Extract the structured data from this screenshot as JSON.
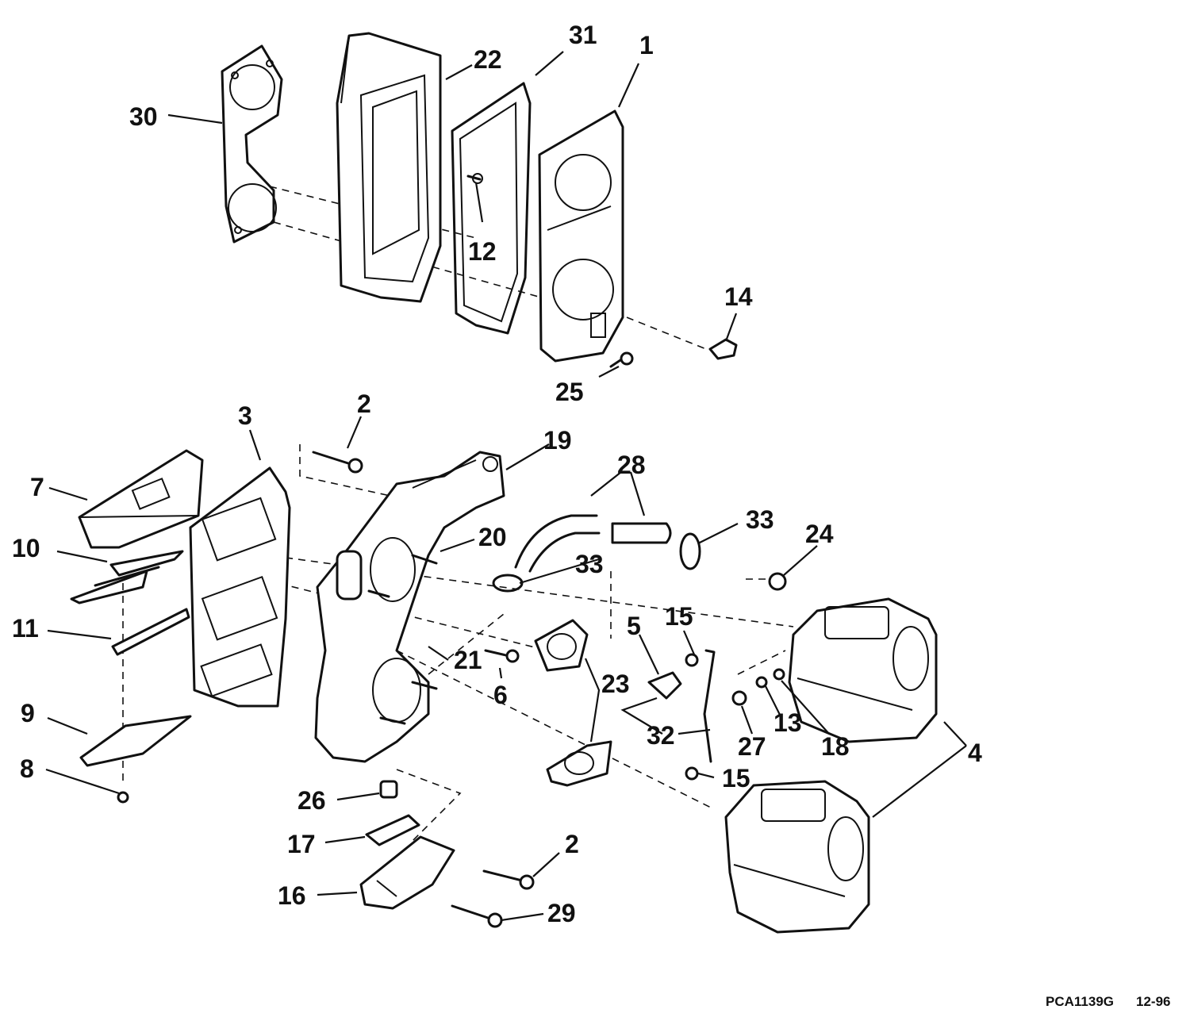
{
  "callouts": {
    "c1": "1",
    "c2a": "2",
    "c2b": "2",
    "c3": "3",
    "c4": "4",
    "c5": "5",
    "c6": "6",
    "c7": "7",
    "c8": "8",
    "c9": "9",
    "c10": "10",
    "c11": "11",
    "c12": "12",
    "c13": "13",
    "c14": "14",
    "c15a": "15",
    "c15b": "15",
    "c16": "16",
    "c17": "17",
    "c18": "18",
    "c19": "19",
    "c20": "20",
    "c21": "21",
    "c22": "22",
    "c23": "23",
    "c24": "24",
    "c25": "25",
    "c26": "26",
    "c27": "27",
    "c28": "28",
    "c29": "29",
    "c30": "30",
    "c31": "31",
    "c32": "32",
    "c33a": "33",
    "c33b": "33"
  },
  "footer": {
    "drawing_id": "PCA1139G",
    "date": "12-96"
  }
}
